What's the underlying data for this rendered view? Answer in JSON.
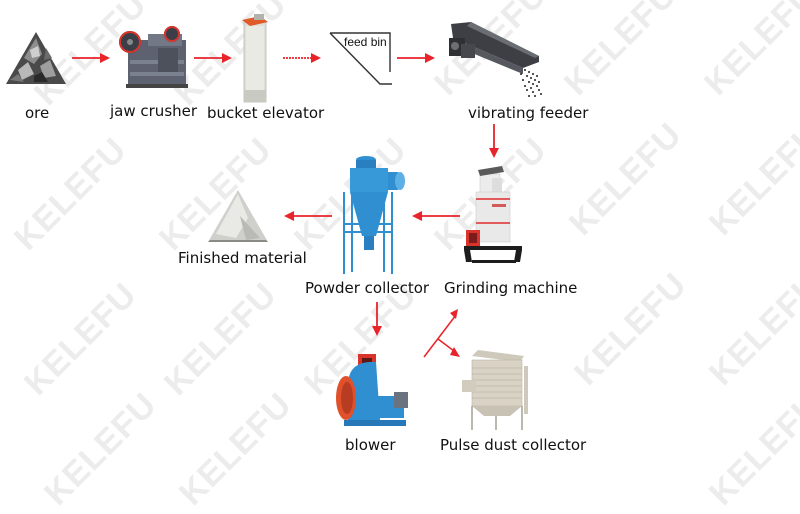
{
  "watermark": "KELEFU",
  "colors": {
    "arrow": "#e8232a",
    "steel_blue": "#2f8fd0",
    "grey": "#5d6069",
    "ore_dark": "#3a3a3a",
    "white_machine": "#e8e8e8",
    "accent_red": "#d8342c"
  },
  "nodes": {
    "ore": {
      "label": "ore"
    },
    "jaw_crusher": {
      "label": "jaw crusher"
    },
    "bucket_elevator": {
      "label": "bucket elevator"
    },
    "feed_bin": {
      "label": "feed bin"
    },
    "vibrating_feeder": {
      "label": "vibrating feeder"
    },
    "grinding_machine": {
      "label": "Grinding machine"
    },
    "powder_collector": {
      "label": "Powder collector"
    },
    "finished_material": {
      "label": "Finished material"
    },
    "blower": {
      "label": "blower"
    },
    "pulse_dust_collector": {
      "label": "Pulse dust collector"
    }
  },
  "flow": [
    [
      "ore",
      "jaw_crusher"
    ],
    [
      "jaw_crusher",
      "bucket_elevator"
    ],
    [
      "bucket_elevator",
      "feed_bin"
    ],
    [
      "feed_bin",
      "vibrating_feeder"
    ],
    [
      "vibrating_feeder",
      "grinding_machine"
    ],
    [
      "grinding_machine",
      "powder_collector"
    ],
    [
      "powder_collector",
      "finished_material"
    ],
    [
      "powder_collector",
      "blower"
    ],
    [
      "blower",
      "grinding_machine"
    ],
    [
      "blower",
      "pulse_dust_collector"
    ]
  ]
}
